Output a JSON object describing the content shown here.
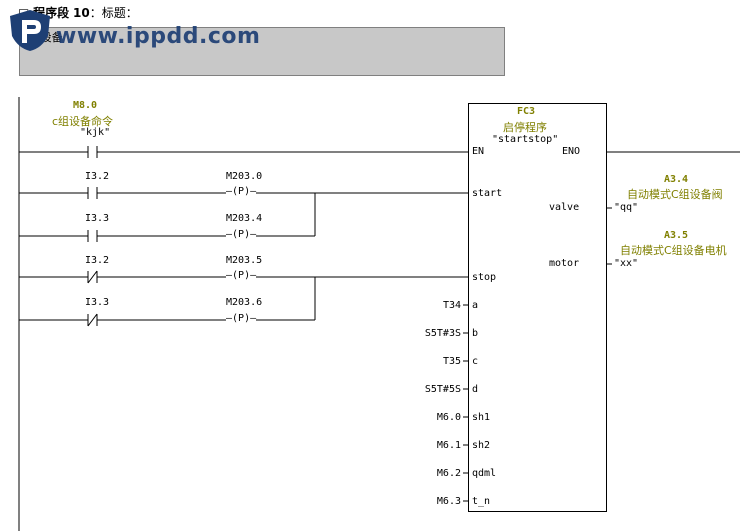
{
  "network": {
    "header_prefix": "程序段",
    "header_num": "10",
    "header_sep": "：",
    "header_title": "标题：",
    "comment": "C组设备"
  },
  "watermark": {
    "text": "www.ippdd.com"
  },
  "colors": {
    "symbol": "#808000",
    "comment_bg": "#c8c8c8",
    "watermark": "#1e3f74"
  },
  "rungs": {
    "en_contact": {
      "address": "M8.0",
      "comment": "c组设备命令",
      "symbol": "\"kjk\""
    },
    "contacts": [
      {
        "address": "I3.2",
        "type": "NO"
      },
      {
        "address": "I3.3",
        "type": "NO"
      },
      {
        "address": "I3.2",
        "type": "NC"
      },
      {
        "address": "I3.3",
        "type": "NC"
      }
    ],
    "coils": [
      {
        "address": "M203.0",
        "symbol": "P"
      },
      {
        "address": "M203.4",
        "symbol": "P"
      },
      {
        "address": "M203.5",
        "symbol": "P"
      },
      {
        "address": "M203.6",
        "symbol": "P"
      }
    ]
  },
  "fb": {
    "name": "FC3",
    "comment": "启停程序",
    "symbol": "\"startstop\"",
    "en": "EN",
    "eno": "ENO",
    "inputs": [
      {
        "pin": "start",
        "actual": ""
      },
      {
        "pin": "stop",
        "actual": ""
      },
      {
        "pin": "a",
        "actual": "T34"
      },
      {
        "pin": "b",
        "actual": "S5T#3S"
      },
      {
        "pin": "c",
        "actual": "T35"
      },
      {
        "pin": "d",
        "actual": "S5T#5S"
      },
      {
        "pin": "sh1",
        "actual": "M6.0"
      },
      {
        "pin": "sh2",
        "actual": "M6.1"
      },
      {
        "pin": "qdml",
        "actual": "M6.2"
      },
      {
        "pin": "t_n",
        "actual": "M6.3"
      }
    ],
    "outputs": [
      {
        "pin": "valve",
        "address": "A3.4",
        "comment": "自动模式C组设备阀",
        "symbol": "\"qq\""
      },
      {
        "pin": "motor",
        "address": "A3.5",
        "comment": "自动模式C组设备电机",
        "symbol": "\"xx\""
      }
    ]
  }
}
